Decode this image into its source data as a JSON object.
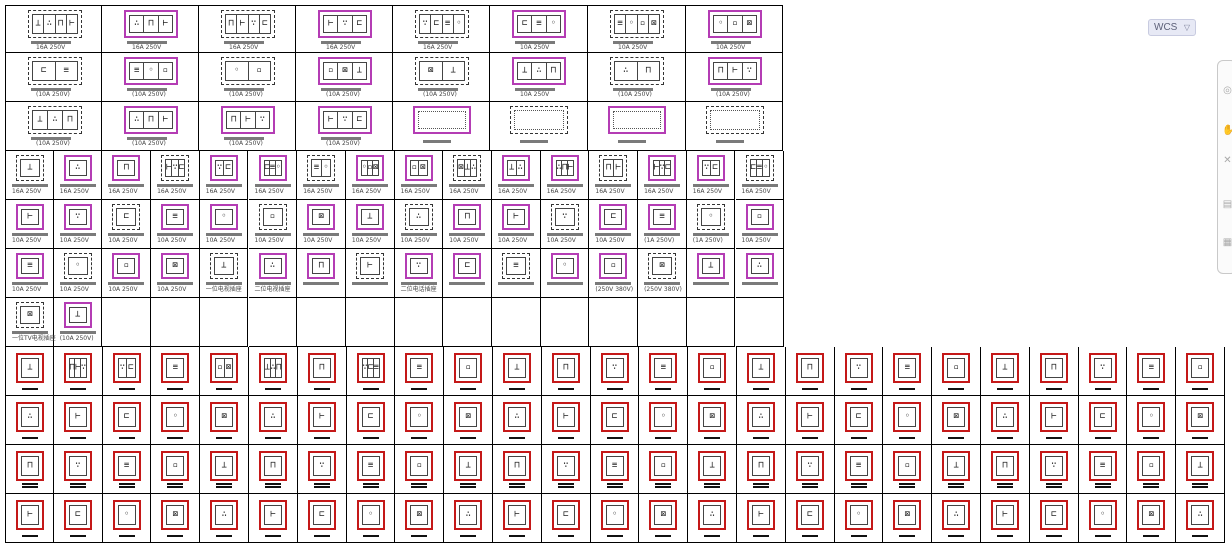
{
  "viewport": {
    "ucs_label": "WCS",
    "ucs_menu_icon": "chevron-down-icon"
  },
  "nav_panel": {
    "icons": [
      "steering-wheel-icon",
      "pan-hand-icon",
      "zoom-icon",
      "orbit-icon",
      "showmotion-icon"
    ]
  },
  "colors": {
    "magenta": "#b43cb4",
    "red": "#c41818",
    "line": "#000000"
  },
  "labels": {
    "r1": [
      "16A 250V",
      "16A 250V",
      "16A 250V",
      "16A 250V",
      "16A 250V",
      "10A 250V",
      "10A 250V",
      "10A 250V"
    ],
    "r2": [
      "(10A 250V)",
      "(10A 250V)",
      "(10A 250V)",
      "(10A 250V)",
      "(10A 250V)",
      "10A 250V",
      "(10A 250V)",
      "(10A 250V)"
    ],
    "r3": [
      "(10A 250V)",
      "(10A 250V)",
      "(10A 250V)",
      "(10A 250V)"
    ],
    "r4": [
      "16A 250V",
      "16A 250V",
      "16A 250V",
      "16A 250V",
      "16A 250V",
      "16A 250V",
      "16A 250V",
      "16A 250V",
      "16A 250V",
      "16A 250V",
      "16A 250V",
      "16A 250V",
      "16A 250V",
      "16A 250V",
      "16A 250V",
      "16A 250V"
    ],
    "r5": [
      "10A 250V",
      "10A 250V",
      "10A 250V",
      "10A 250V",
      "10A 250V",
      "10A 250V",
      "10A 250V",
      "10A 250V",
      "10A 250V",
      "10A 250V",
      "10A 250V",
      "10A 250V",
      "10A 250V",
      "(1A 250V)",
      "(1A 250V)",
      "10A 250V"
    ],
    "r6": [
      "10A 250V",
      "10A 250V",
      "10A 250V",
      "10A 250V",
      "一位电视插座",
      "二位电视插座",
      "",
      "",
      "二位电话插座",
      "",
      "",
      "",
      "(250V 380V)",
      "(250V 380V)",
      "",
      ""
    ],
    "r7": [
      "一位TV电视插座",
      "(10A 250V)"
    ]
  }
}
